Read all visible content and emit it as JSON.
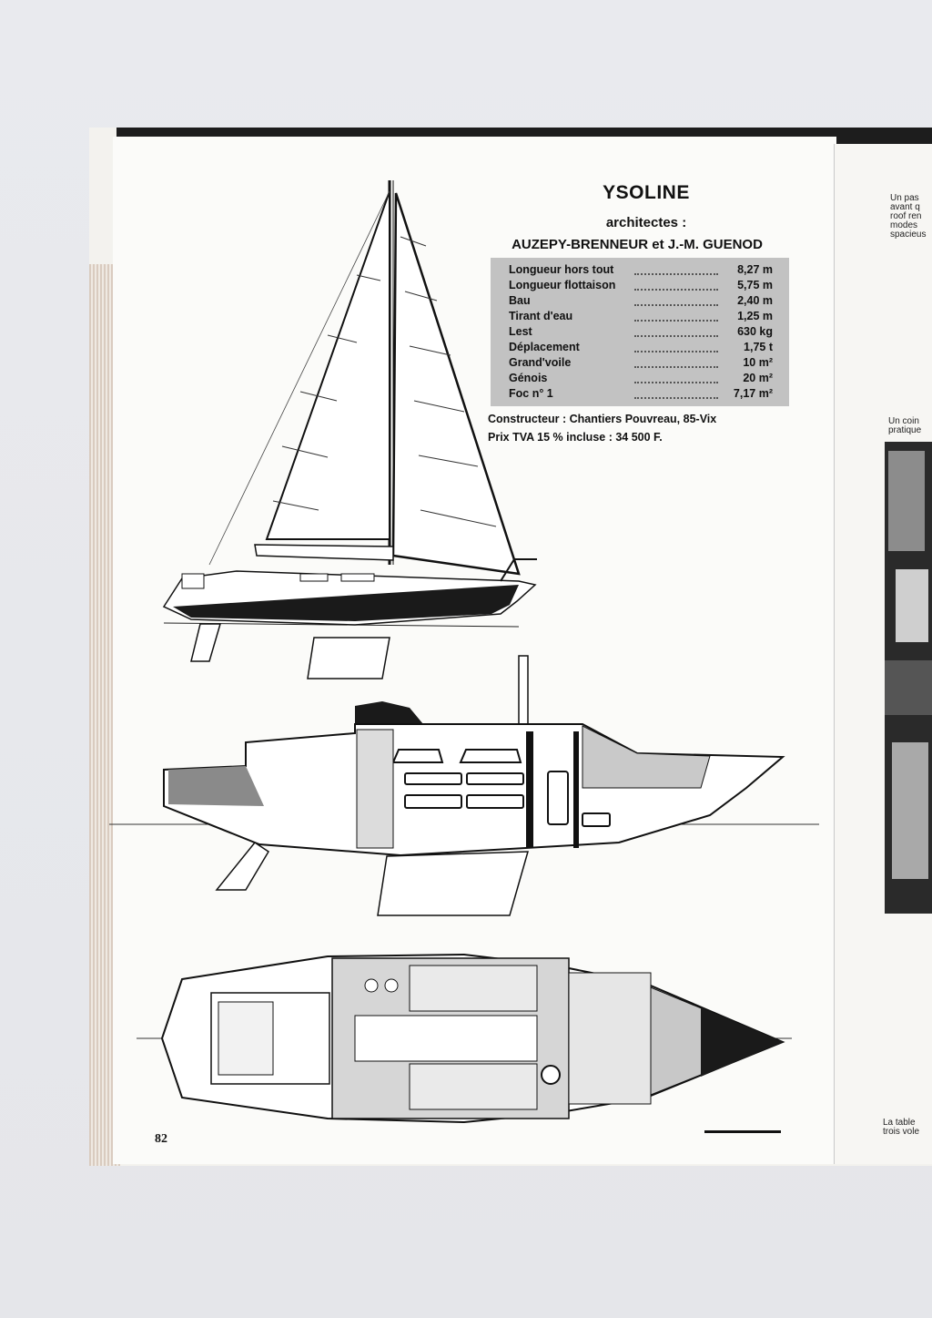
{
  "title": "YSOLINE",
  "architectes_label": "architectes :",
  "designers": "AUZEPY-BRENNEUR et J.-M. GUENOD",
  "specs": [
    {
      "label": "Longueur hors tout",
      "value": "8,27 m"
    },
    {
      "label": "Longueur flottaison",
      "value": "5,75 m"
    },
    {
      "label": "Bau",
      "value": "2,40 m"
    },
    {
      "label": "Tirant d'eau",
      "value": "1,25 m"
    },
    {
      "label": "Lest",
      "value": "630 kg"
    },
    {
      "label": "Déplacement",
      "value": "1,75 t"
    },
    {
      "label": "Grand'voile",
      "value": "10 m²"
    },
    {
      "label": "Génois",
      "value": "20 m²"
    },
    {
      "label": "Foc n° 1",
      "value": "7,17 m²"
    }
  ],
  "constructeur": "Constructeur : Chantiers Pouvreau, 85-Vix",
  "prix": "Prix TVA 15 % incluse : 34 500 F.",
  "page_number": "82",
  "right_page": {
    "caption_top": "Un pas\navant q\nroof ren\nmodes\nspacieus",
    "caption_middle": "Un coin\npratique",
    "caption_bottom": "La table\ntrois vole"
  },
  "colors": {
    "ink": "#111111",
    "spec_box": "#c2c2c2",
    "paper": "#fbfbf9"
  }
}
